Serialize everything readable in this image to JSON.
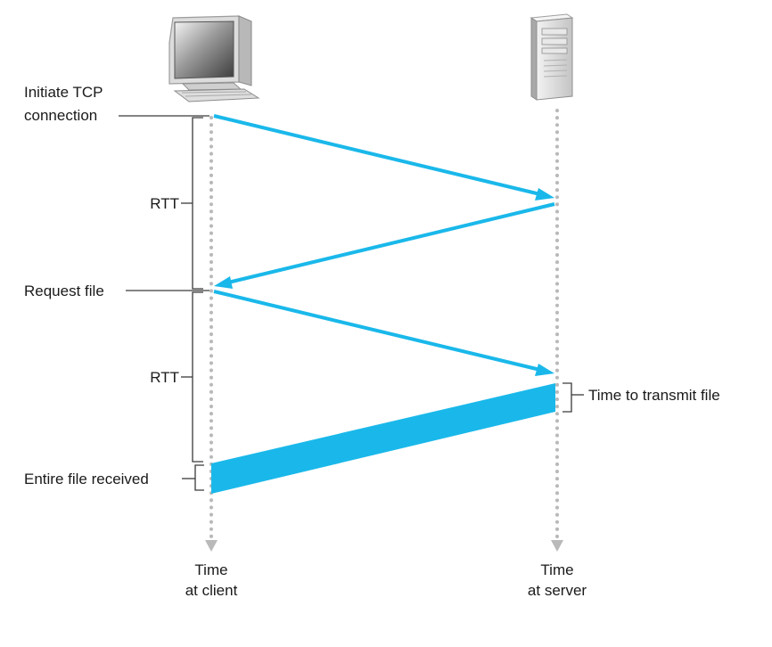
{
  "nodes": {
    "client_icon": "desktop-computer-icon",
    "server_icon": "server-tower-icon"
  },
  "labels": {
    "initiate_line1": "Initiate TCP",
    "initiate_line2": "connection",
    "rtt_first": "RTT",
    "request_file": "Request file",
    "rtt_second": "RTT",
    "entire_file_received": "Entire file received",
    "time_to_transmit": "Time to transmit file",
    "client_time_line1": "Time",
    "client_time_line2": "at client",
    "server_time_line1": "Time",
    "server_time_line2": "at server"
  },
  "colors": {
    "message": "#1ab8ea",
    "timeline": "#b9b9b9",
    "text": "#1a1a1a"
  }
}
